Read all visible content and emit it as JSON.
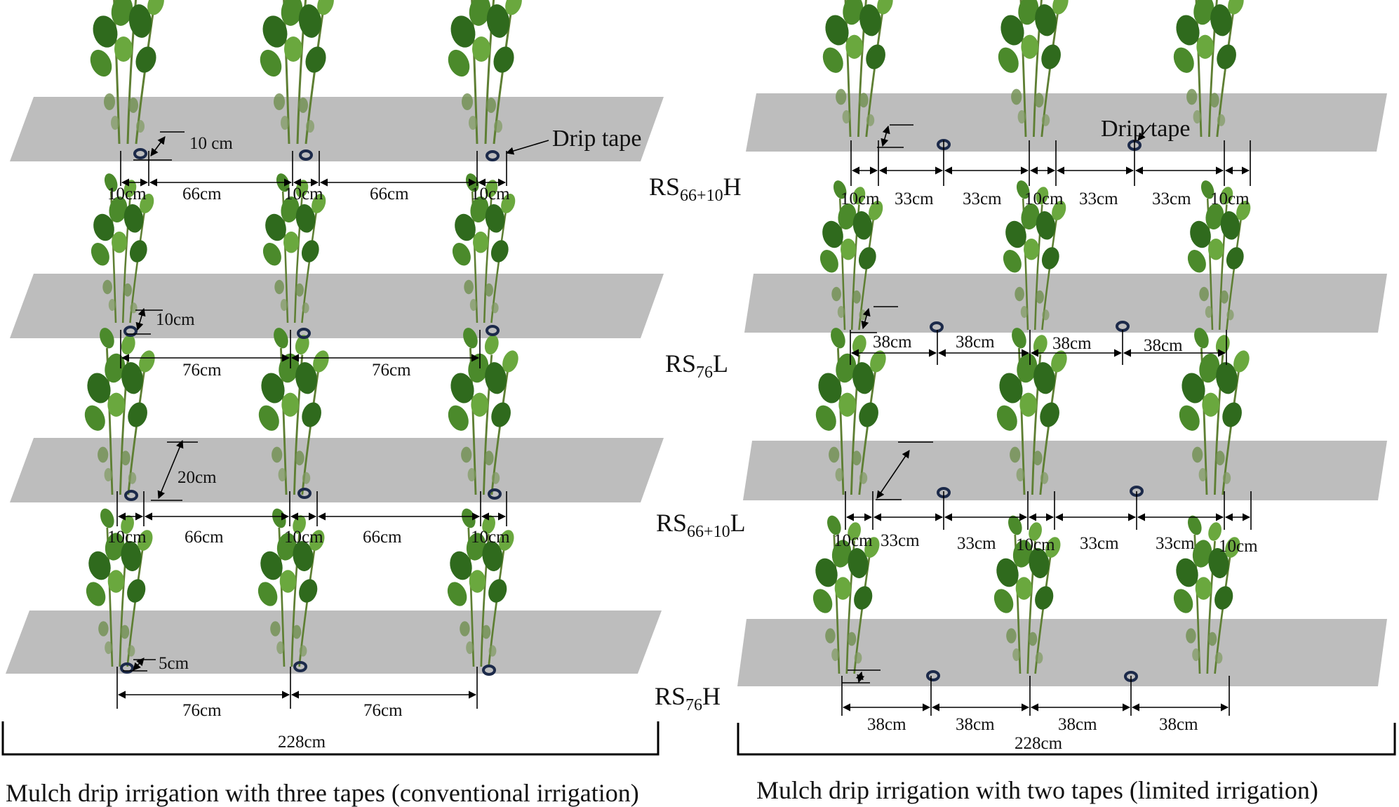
{
  "colors": {
    "mulch_film": "#bdbdbd",
    "leaf_dark": "#2f6a1d",
    "leaf_mid": "#4b8a2b",
    "leaf_light": "#6aa83e",
    "stem": "#5e7f33",
    "drip_tape": "#1c2a4a"
  },
  "icons": [
    "cotton-plant-icon",
    "drip-tape-icon"
  ],
  "treatments": [
    {
      "id": "rs66h",
      "base": "RS",
      "sub": "66+10",
      "suffix": "H"
    },
    {
      "id": "rs76l",
      "base": "RS",
      "sub": "76",
      "suffix": "L"
    },
    {
      "id": "rs66l",
      "base": "RS",
      "sub": "66+10",
      "suffix": "L"
    },
    {
      "id": "rs76h",
      "base": "RS",
      "sub": "76",
      "suffix": "H"
    }
  ],
  "left": {
    "caption": "Mulch drip irrigation with three tapes (conventional irrigation)",
    "total_width_label": "228cm",
    "drip_tape_label": "Drip tape",
    "rows": [
      {
        "spacing_label": "10 cm",
        "dims": [
          "10cm",
          "66cm",
          "10cm",
          "66cm",
          "10cm"
        ]
      },
      {
        "spacing_label": "10cm",
        "dims": [
          "76cm",
          "76cm"
        ]
      },
      {
        "spacing_label": "20cm",
        "dims": [
          "10cm",
          "66cm",
          "10cm",
          "66cm",
          "10cm"
        ]
      },
      {
        "spacing_label": "5cm",
        "dims": [
          "76cm",
          "76cm"
        ]
      }
    ]
  },
  "right": {
    "caption": "Mulch drip irrigation with two tapes (limited irrigation)",
    "total_width_label": "228cm",
    "drip_tape_label": "Drip tape",
    "rows": [
      {
        "dims": [
          "10cm",
          "33cm",
          "33cm",
          "10cm",
          "33cm",
          "33cm",
          "10cm"
        ]
      },
      {
        "dims": [
          "38cm",
          "38cm",
          "38cm",
          "38cm"
        ]
      },
      {
        "dims": [
          "10cm",
          "33cm",
          "33cm",
          "10cm",
          "33cm",
          "33cm",
          "10cm"
        ]
      },
      {
        "dims": [
          "38cm",
          "38cm",
          "38cm",
          "38cm"
        ]
      }
    ]
  }
}
